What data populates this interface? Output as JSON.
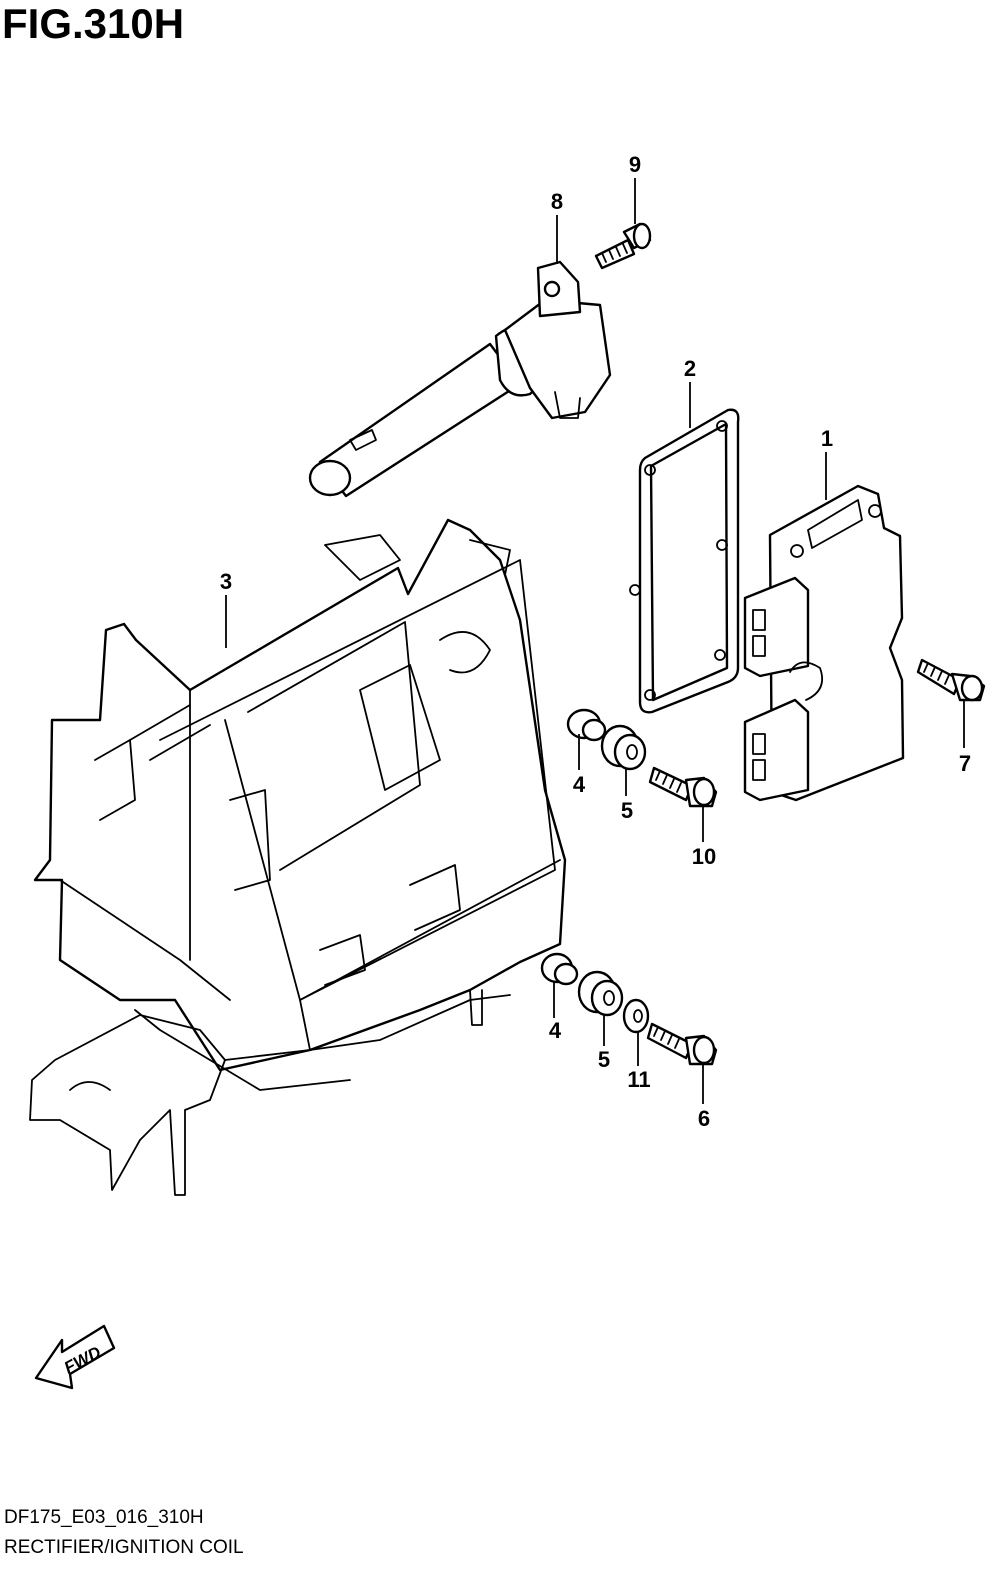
{
  "figure": {
    "title": "FIG.310H",
    "code": "DF175_E03_016_310H",
    "name": "RECTIFIER/IGNITION COIL"
  },
  "fwd_label": "FWD",
  "callouts": [
    {
      "id": "c1",
      "label": "1"
    },
    {
      "id": "c2",
      "label": "2"
    },
    {
      "id": "c3",
      "label": "3"
    },
    {
      "id": "c4a",
      "label": "4"
    },
    {
      "id": "c5a",
      "label": "5"
    },
    {
      "id": "c10",
      "label": "10"
    },
    {
      "id": "c4b",
      "label": "4"
    },
    {
      "id": "c5b",
      "label": "5"
    },
    {
      "id": "c11",
      "label": "11"
    },
    {
      "id": "c6",
      "label": "6"
    },
    {
      "id": "c7",
      "label": "7"
    },
    {
      "id": "c8",
      "label": "8"
    },
    {
      "id": "c9",
      "label": "9"
    }
  ]
}
